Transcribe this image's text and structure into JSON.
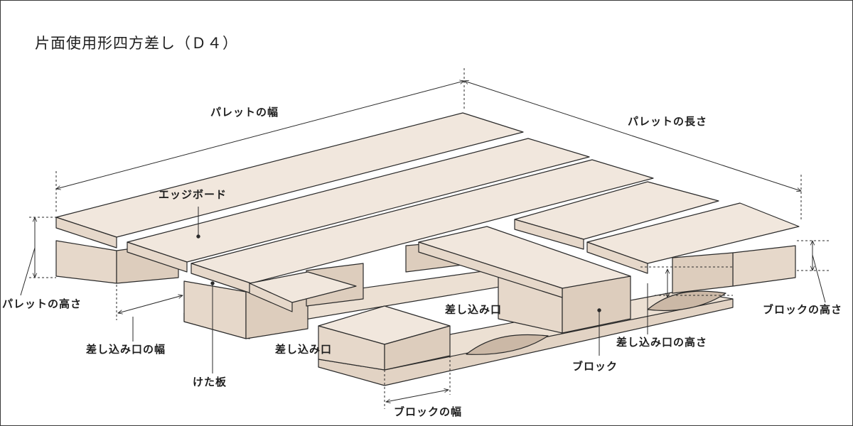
{
  "title": "片面使用形四方差し（Ｄ４）",
  "labels": {
    "pallet_width": "パレットの幅",
    "pallet_length": "パレットの長さ",
    "edge_board": "エッジボード",
    "pallet_height": "パレットの高さ",
    "opening_width": "差し込み口の幅",
    "stringer_board": "けた板",
    "opening_left": "差し込み口",
    "opening_center": "差し込み口",
    "opening_height": "差し込み口の高さ",
    "block": "ブロック",
    "block_width": "ブロックの幅",
    "block_height": "ブロックの高さ"
  },
  "colors": {
    "wood_top": "#f1e7dd",
    "wood_side": "#e6d8ca",
    "wood_dark": "#d8c6b5",
    "shadow": "#cbb8a6",
    "outline": "#2a2a2a"
  }
}
